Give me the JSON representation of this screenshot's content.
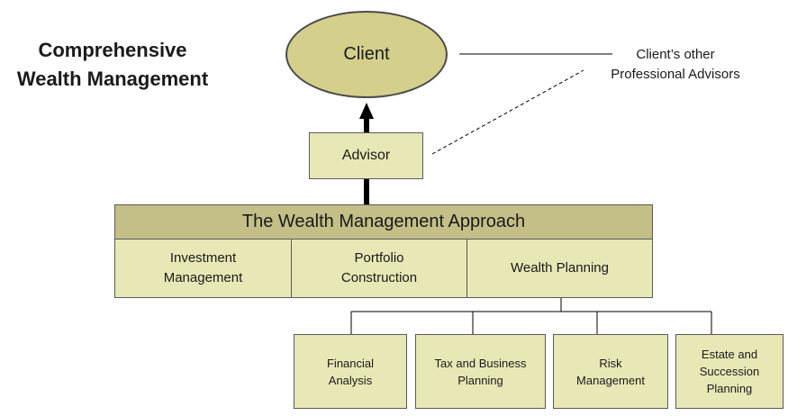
{
  "title": {
    "line1": "Comprehensive",
    "line2": "Wealth Management"
  },
  "client": {
    "label": "Client"
  },
  "other_advisors": {
    "line1": "Client’s other",
    "line2": "Professional Advisors"
  },
  "advisor": {
    "label": "Advisor"
  },
  "approach": {
    "header": "The Wealth Management Approach",
    "components": [
      {
        "line1": "Investment",
        "line2": "Management"
      },
      {
        "line1": "Portfolio",
        "line2": "Construction"
      },
      {
        "line1": "Wealth Planning",
        "line2": ""
      }
    ]
  },
  "wealth_planning_areas": [
    {
      "line1": "Financial",
      "line2": "Analysis",
      "line3": ""
    },
    {
      "line1": "Tax and Business",
      "line2": "Planning",
      "line3": ""
    },
    {
      "line1": "Risk",
      "line2": "Management",
      "line3": ""
    },
    {
      "line1": "Estate and",
      "line2": "Succession",
      "line3": "Planning"
    }
  ],
  "colors": {
    "client_fill": "#d4d08c",
    "box_fill": "#e8e8b6",
    "header_fill": "#c3bf87",
    "line": "#000000"
  }
}
